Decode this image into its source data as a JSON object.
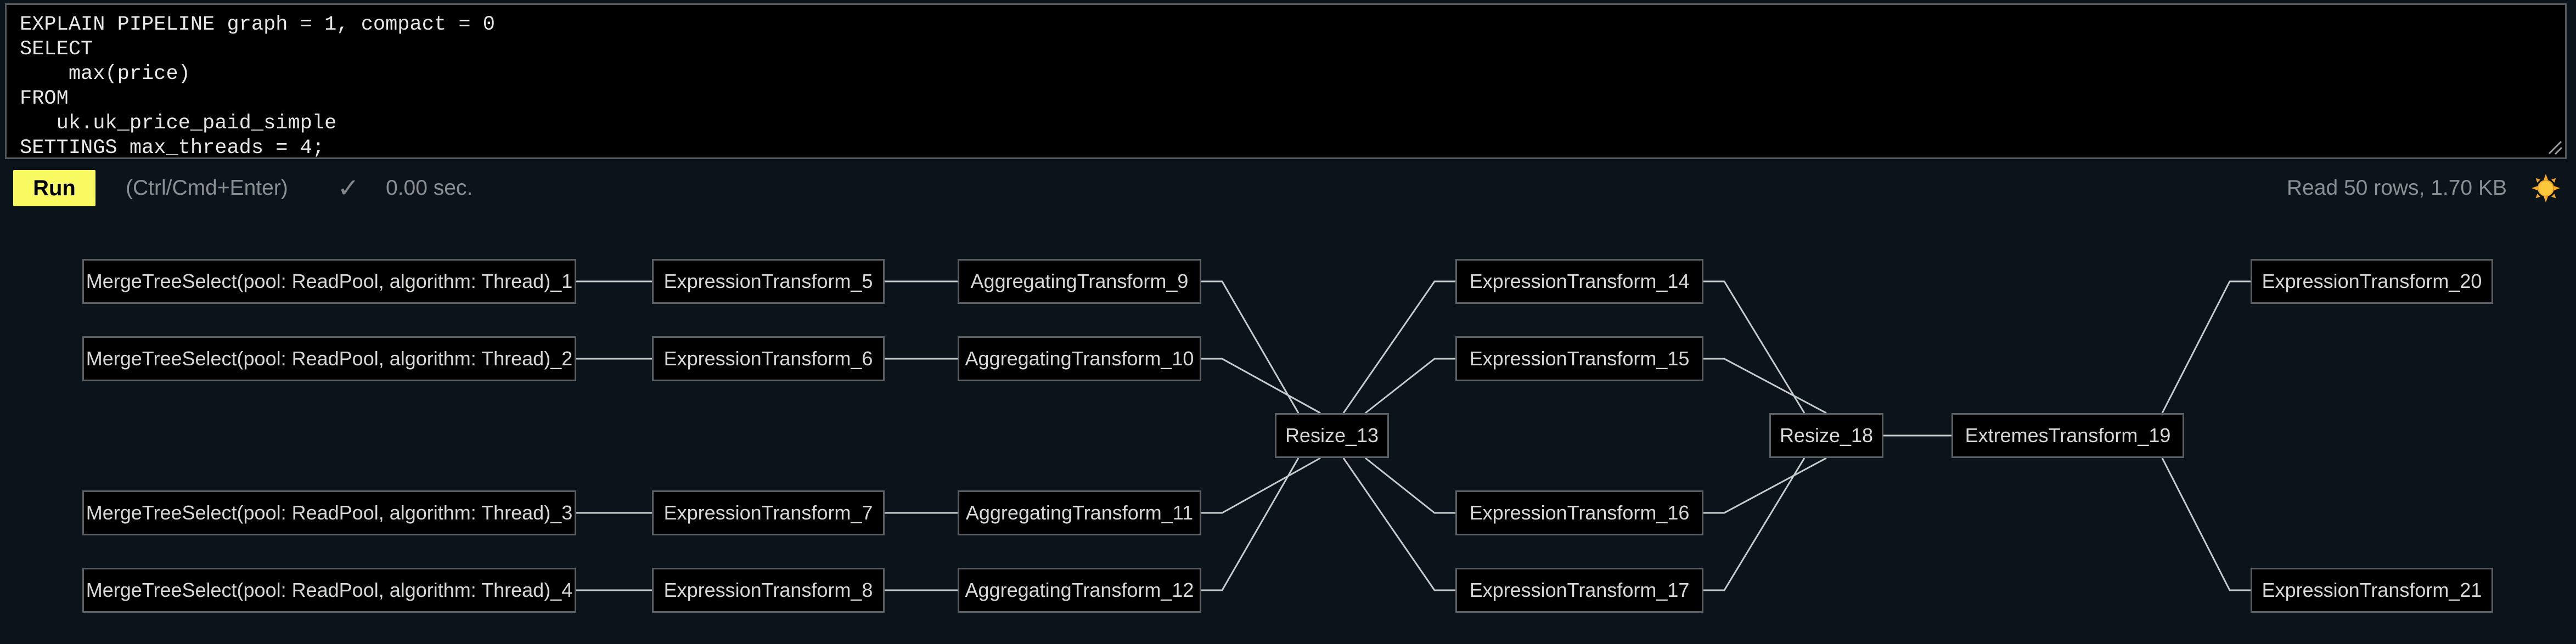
{
  "editor": {
    "query_text": "EXPLAIN PIPELINE graph = 1, compact = 0\nSELECT\n    max(price)\nFROM\n   uk.uk_price_paid_simple\nSETTINGS max_threads = 4;"
  },
  "toolbar": {
    "run_label": "Run",
    "shortcut_hint": "(Ctrl/Cmd+Enter)",
    "check_icon": "✓",
    "elapsed": "0.00 sec.",
    "stats": "Read 50 rows, 1.70 KB",
    "theme_icon": "sun-icon"
  },
  "colors": {
    "page_bg": "#0b141a",
    "editor_bg": "#000000",
    "editor_border": "#53595d",
    "node_bg": "#000000",
    "node_border": "#5a6064",
    "node_text": "#d6d8d9",
    "edge": "#c7cbcc",
    "muted_text": "#8b9093",
    "run_bg": "#f9fa62",
    "run_text": "#000000",
    "sun_yellow": "#fcc93c",
    "sun_orange": "#f5a623"
  },
  "graph": {
    "nodes": [
      {
        "id": 1,
        "label": "MergeTreeSelect(pool: ReadPool, algorithm: Thread)_1"
      },
      {
        "id": 2,
        "label": "MergeTreeSelect(pool: ReadPool, algorithm: Thread)_2"
      },
      {
        "id": 3,
        "label": "MergeTreeSelect(pool: ReadPool, algorithm: Thread)_3"
      },
      {
        "id": 4,
        "label": "MergeTreeSelect(pool: ReadPool, algorithm: Thread)_4"
      },
      {
        "id": 5,
        "label": "ExpressionTransform_5"
      },
      {
        "id": 6,
        "label": "ExpressionTransform_6"
      },
      {
        "id": 7,
        "label": "ExpressionTransform_7"
      },
      {
        "id": 8,
        "label": "ExpressionTransform_8"
      },
      {
        "id": 9,
        "label": "AggregatingTransform_9"
      },
      {
        "id": 10,
        "label": "AggregatingTransform_10"
      },
      {
        "id": 11,
        "label": "AggregatingTransform_11"
      },
      {
        "id": 12,
        "label": "AggregatingTransform_12"
      },
      {
        "id": 13,
        "label": "Resize_13"
      },
      {
        "id": 14,
        "label": "ExpressionTransform_14"
      },
      {
        "id": 15,
        "label": "ExpressionTransform_15"
      },
      {
        "id": 16,
        "label": "ExpressionTransform_16"
      },
      {
        "id": 17,
        "label": "ExpressionTransform_17"
      },
      {
        "id": 18,
        "label": "Resize_18"
      },
      {
        "id": 19,
        "label": "ExtremesTransform_19"
      },
      {
        "id": 20,
        "label": "ExpressionTransform_20"
      },
      {
        "id": 21,
        "label": "ExpressionTransform_21"
      }
    ],
    "edges": [
      "1-5",
      "2-6",
      "3-7",
      "4-8",
      "5-9",
      "6-10",
      "7-11",
      "8-12",
      "9-13",
      "10-13",
      "11-13",
      "12-13",
      "13-14",
      "13-15",
      "13-16",
      "13-17",
      "14-18",
      "15-18",
      "16-18",
      "17-18",
      "18-19",
      "19-20",
      "19-21"
    ]
  }
}
